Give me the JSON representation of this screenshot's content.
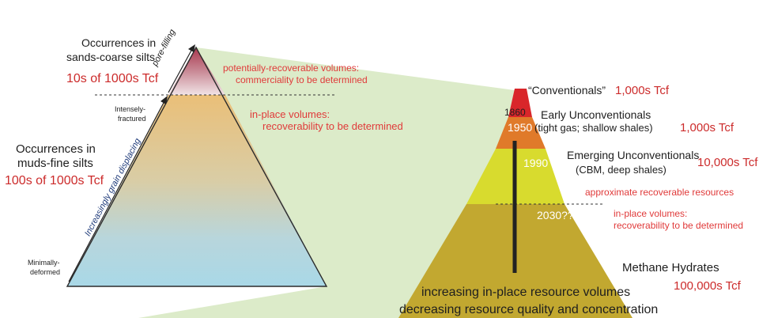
{
  "left_pyramid": {
    "top_label": [
      "Occurrences in",
      "sands-coarse silts"
    ],
    "top_volume": "10s of 1000s Tcf",
    "pore_filling": "pore-filling",
    "grain_displacing": "Increasingly grain displacing",
    "intensely_fractured": [
      "Intensely-",
      "fractured"
    ],
    "minimally_deformed": [
      "Minimally-",
      "deformed"
    ],
    "mid_label": [
      "Occurrences in",
      "muds-fine silts"
    ],
    "mid_volume": "100s of 1000s Tcf",
    "recoverable_note": [
      "potentially-recoverable volumes:",
      "commerciality to be determined"
    ],
    "inplace_note": [
      "in-place volumes:",
      "recoverability to be determined"
    ]
  },
  "right_pyramid": {
    "conventionals": "“Conventionals”",
    "conventionals_volume": "1,000s Tcf",
    "early": [
      "Early Unconventionals",
      "(tight gas; shallow shales)"
    ],
    "early_volume": "1,000s Tcf",
    "emerging": [
      "Emerging Unconventionals",
      "(CBM, deep shales)"
    ],
    "emerging_volume": "10,000s Tcf",
    "approx_recoverable": "approximate recoverable resources",
    "inplace_note": [
      "in-place volumes:",
      "recoverability to be determined"
    ],
    "hydrates": "Methane Hydrates",
    "hydrates_volume": "100,000s Tcf",
    "years": [
      "1860",
      "1950",
      "1990",
      "2030??"
    ],
    "bottom_lines": [
      "increasing in-place resource volumes",
      "decreasing resource quality and concentration"
    ]
  },
  "colors": {
    "red_text": "#e03a3a",
    "tier_red": "#d9262a",
    "tier_orange": "#e07a2a",
    "tier_yellow": "#d8db2e",
    "tier_olive": "#c2a830",
    "projection_green": "#dcebc9",
    "left_top_fill": "#b55a6a",
    "left_mid_fill": "#e6c27a",
    "left_bottom_fill": "#a9d9e6"
  }
}
